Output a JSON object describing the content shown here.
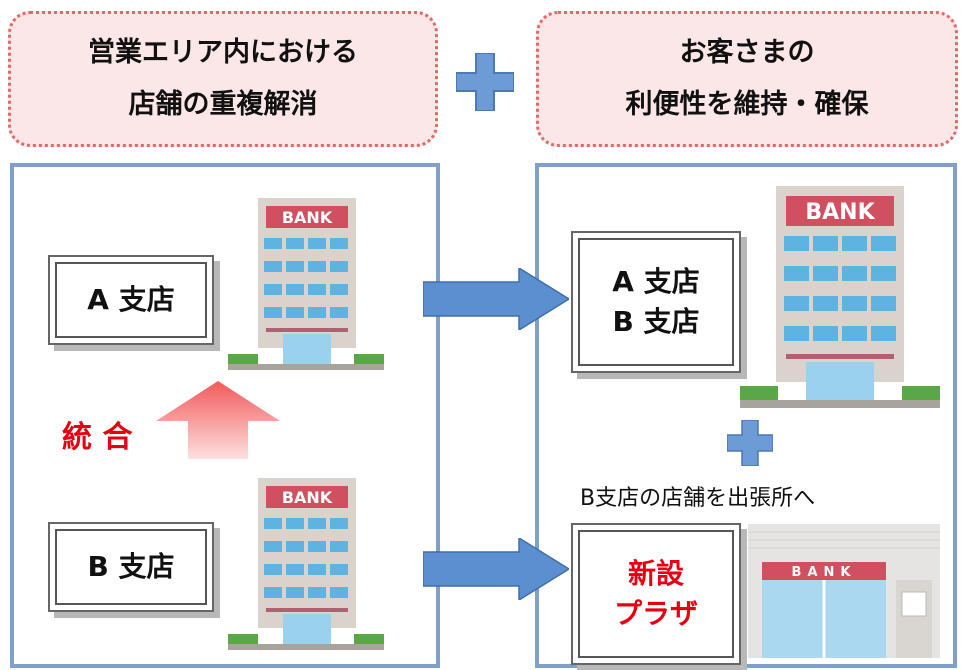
{
  "header_left": {
    "line1": "営業エリア内における",
    "line2": "店舗の重複解消"
  },
  "header_right": {
    "line1": "お客さまの",
    "line2": "利便性を維持・確保"
  },
  "left_panel": {
    "branch_a": "A 支店",
    "branch_b": "B 支店",
    "merge_label": "統 合"
  },
  "right_panel": {
    "merged_line1": "A 支店",
    "merged_line2": "B 支店",
    "note": "B支店の店舗を出張所へ",
    "plaza_line1": "新設",
    "plaza_line2": "プラザ"
  },
  "bank_sign": "BANK",
  "colors": {
    "header_bg": "#fbe7e7",
    "header_border": "#e06a6a",
    "panel_border": "#7f9fcc",
    "arrow_blue": "#5b8fd0",
    "plus_blue": "#6d9bd6",
    "merge_red": "#e60012",
    "building": "#d9d3cc",
    "sign_red": "#d05060",
    "window_blue": "#5fb3e0"
  },
  "icons": [
    "plus-icon",
    "arrow-right-icon",
    "arrow-up-icon",
    "bank-building-icon",
    "bank-storefront-icon"
  ]
}
